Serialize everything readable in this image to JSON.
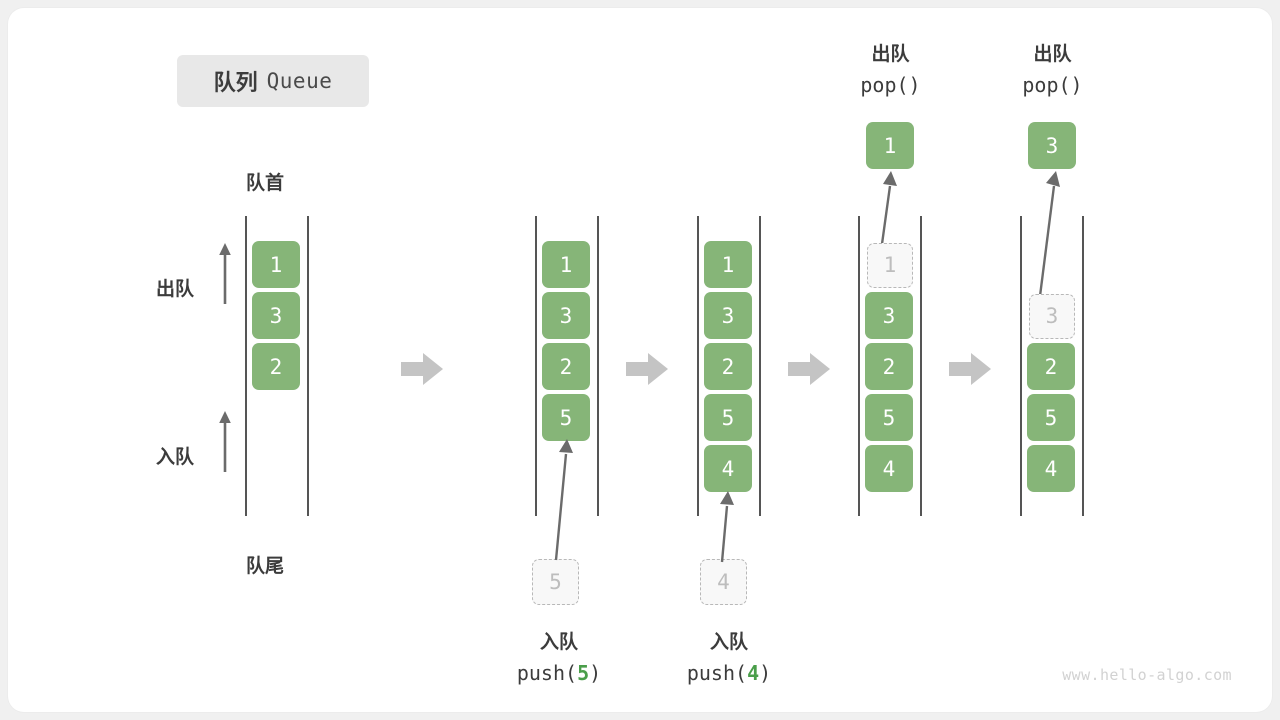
{
  "title": {
    "cn": "队列",
    "en": "Queue"
  },
  "labels": {
    "head": "队首",
    "tail": "队尾",
    "dequeue": "出队",
    "enqueue": "入队"
  },
  "colors": {
    "item_fill": "#86b578",
    "item_text": "#ffffff",
    "ghost_fill": "#f8f8f8",
    "ghost_border": "#b8b8b8",
    "ghost_text": "#bdbdbd",
    "rail": "#555555",
    "arrow": "#bdbdbd",
    "curve_arrow": "#6b6b6b",
    "text": "#3c3c3c",
    "accent_number": "#4a9e4a",
    "badge_bg": "#e8e8e8",
    "card_bg": "#ffffff",
    "page_bg": "#f0f0f0"
  },
  "columns": [
    {
      "id": "initial",
      "items": [
        "1",
        "3",
        "2"
      ],
      "ghost_top": null,
      "ghost_bottom": null,
      "popped": null,
      "caption_cn": null,
      "caption_code": null,
      "show_head_tail": true,
      "show_direction_arrows": true
    },
    {
      "id": "after-push-5",
      "items": [
        "1",
        "3",
        "2",
        "5"
      ],
      "ghost_top": null,
      "ghost_bottom": "5",
      "popped": null,
      "caption_cn": "入队",
      "caption_code": "push(5)",
      "caption_num": "5",
      "show_head_tail": false,
      "show_direction_arrows": false
    },
    {
      "id": "after-push-4",
      "items": [
        "1",
        "3",
        "2",
        "5",
        "4"
      ],
      "ghost_top": null,
      "ghost_bottom": "4",
      "popped": null,
      "caption_cn": "入队",
      "caption_code": "push(4)",
      "caption_num": "4",
      "show_head_tail": false,
      "show_direction_arrows": false
    },
    {
      "id": "after-pop-1",
      "items": [
        "3",
        "2",
        "5",
        "4"
      ],
      "ghost_top": "1",
      "ghost_top_index": 0,
      "ghost_bottom": null,
      "popped": "1",
      "caption_cn": "出队",
      "caption_code": "pop()",
      "show_head_tail": false,
      "show_direction_arrows": false
    },
    {
      "id": "after-pop-3",
      "items": [
        "2",
        "5",
        "4"
      ],
      "ghost_top": "3",
      "ghost_top_index": 1,
      "ghost_bottom": null,
      "popped": "3",
      "caption_cn": "出队",
      "caption_code": "pop()",
      "show_head_tail": false,
      "show_direction_arrows": false
    }
  ],
  "watermark": "www.hello-algo.com"
}
